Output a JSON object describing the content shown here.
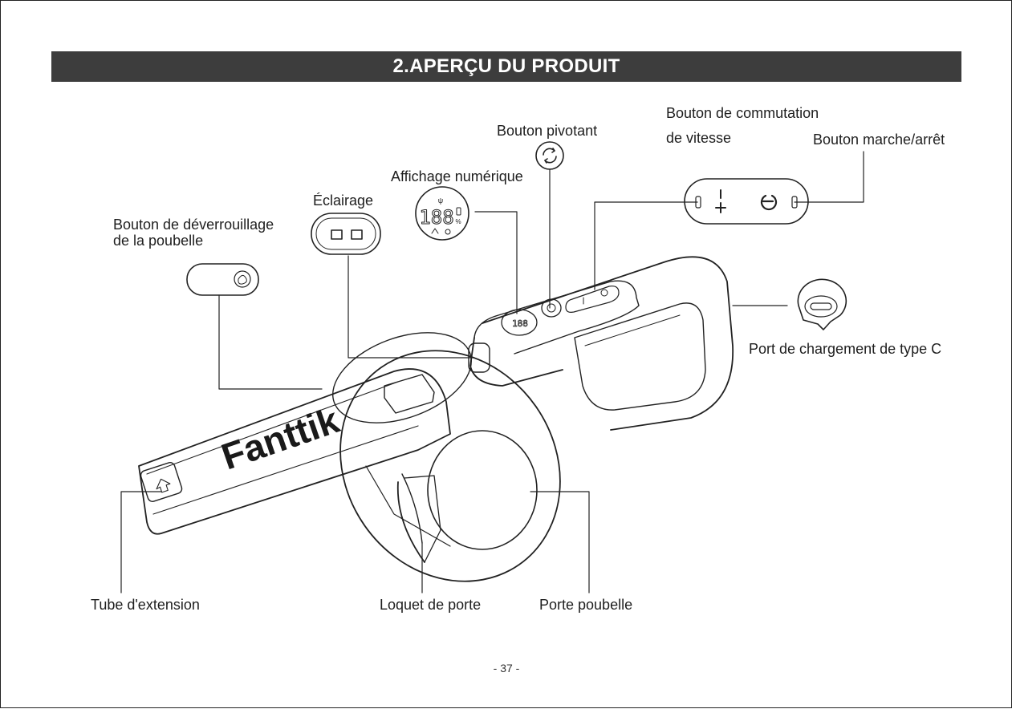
{
  "header": {
    "title": "2.APERÇU DU PRODUIT"
  },
  "brand": {
    "logo_text": "Fanttik"
  },
  "labels": {
    "speed_switch_line1": "Bouton de commutation",
    "speed_switch_line2": "de vitesse",
    "swivel_button": "Bouton pivotant",
    "power_button": "Bouton marche/arrêt",
    "digital_display": "Affichage numérique",
    "lighting": "Éclairage",
    "bin_release_line1": "Bouton de déverrouillage",
    "bin_release_line2": "de la poubelle",
    "charging_port": "Port de chargement de type C",
    "extension_tube": "Tube d'extension",
    "door_latch": "Loquet de porte",
    "bin_door": "Porte poubelle"
  },
  "display": {
    "digits": "188",
    "percent": "%"
  },
  "speed_symbols": {
    "minus": "I",
    "plus": "+"
  },
  "footer": {
    "page_number": "- 37 -"
  },
  "colors": {
    "banner_bg": "#3d3d3d",
    "banner_text": "#ffffff",
    "line": "#222222"
  },
  "icons": [
    "rotate-icon",
    "power-icon",
    "fan-icon",
    "usb-c-port-icon",
    "brush-icon",
    "battery-icon"
  ]
}
